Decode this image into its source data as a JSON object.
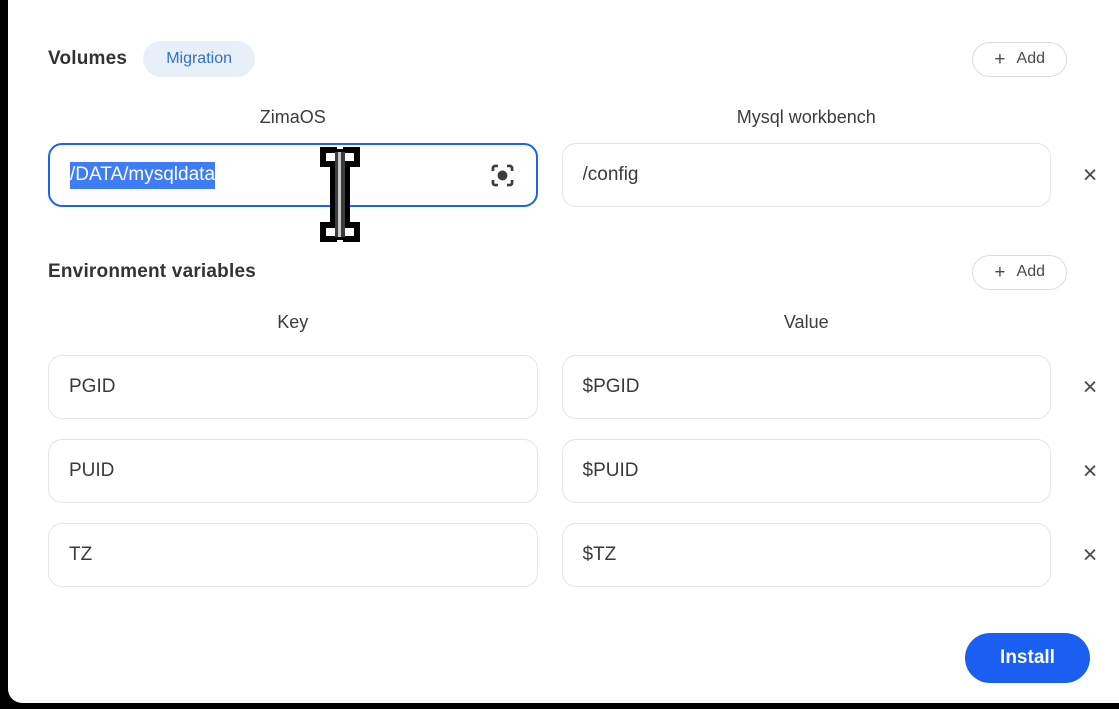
{
  "volumes": {
    "title": "Volumes",
    "badge": "Migration",
    "add_button": {
      "plus": "+",
      "label": "Add"
    },
    "columns": {
      "left": "ZimaOS",
      "right": "Mysql workbench"
    },
    "row": {
      "host_path": "/DATA/mysqldata",
      "host_path_selected": true,
      "container_path": "/config",
      "remove_glyph": "×"
    }
  },
  "environment": {
    "title": "Environment variables",
    "add_button": {
      "plus": "+",
      "label": "Add"
    },
    "columns": {
      "left": "Key",
      "right": "Value"
    },
    "rows": [
      {
        "key": "PGID",
        "value": "$PGID",
        "remove_glyph": "×"
      },
      {
        "key": "PUID",
        "value": "$PUID",
        "remove_glyph": "×"
      },
      {
        "key": "TZ",
        "value": "$TZ",
        "remove_glyph": "×"
      }
    ]
  },
  "footer": {
    "install_label": "Install"
  },
  "icons": {
    "focus_target": "focus-target-icon",
    "text_cursor": "ibeam-text-cursor"
  },
  "colors": {
    "accent_blue": "#1a5ff1",
    "focused_border": "#1a63f1",
    "selection_blue": "#3e7df5",
    "badge_bg": "#e9eff9",
    "badge_text": "#2d73c5",
    "input_border": "#e4e4e4",
    "text_dark": "#3a3a3a",
    "backdrop": "#000000"
  }
}
